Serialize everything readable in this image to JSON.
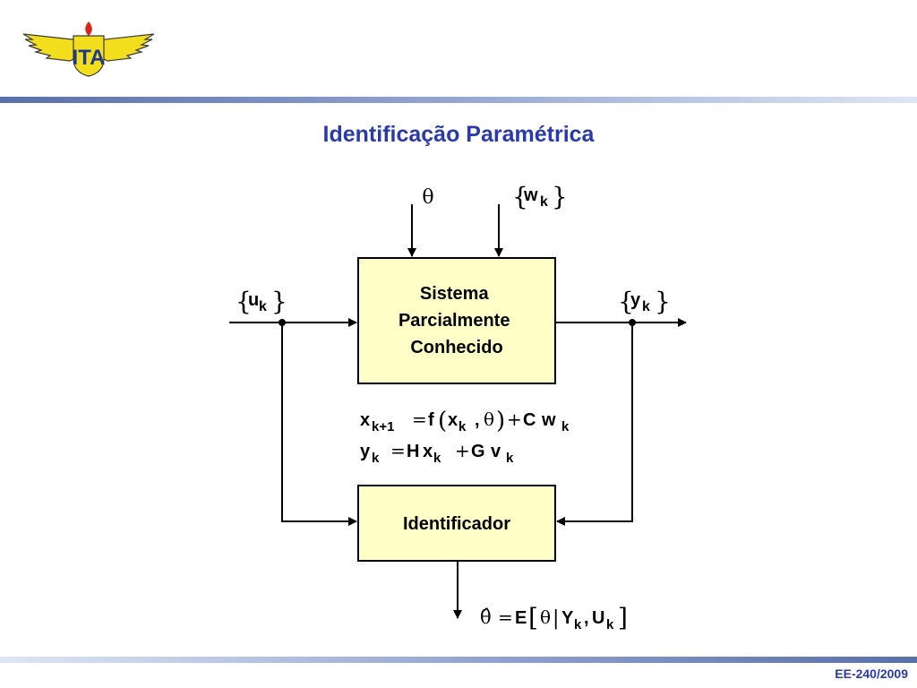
{
  "slide": {
    "title": "Identificação Paramétrica",
    "footer": "EE-240/2009",
    "logo_text": "ITA"
  },
  "diagram": {
    "system_block": [
      "Sistema",
      "Parcialmente",
      "Conhecido"
    ],
    "identifier_block": "Identificador",
    "theta": "θ",
    "w": "w",
    "u": "u",
    "y": "y",
    "k": "k",
    "state_equation": {
      "x": "x",
      "kp1": "k+1",
      "eq": "=",
      "f": "f",
      "x2": "x",
      "k": "k",
      "comma": ",",
      "theta": "θ",
      "plus": "+",
      "C": "C",
      "w": "w",
      "k2": "k"
    },
    "output_equation": {
      "y": "y",
      "k": "k",
      "eq": "=",
      "H": "H",
      "x": "x",
      "k2": "k",
      "plus": "+",
      "G": "G",
      "v": "v",
      "k3": "k"
    },
    "estimate": {
      "theta_hat": "θ̂",
      "eq": "=",
      "E": "E",
      "theta": "θ",
      "bar": "|",
      "Y": "Y",
      "k": "k",
      "comma": ",",
      "U": "U",
      "k2": "k"
    }
  },
  "colors": {
    "title": "#2a3aa8",
    "block_fill": "#ffffc8",
    "header_bar": "#6d80b8"
  }
}
